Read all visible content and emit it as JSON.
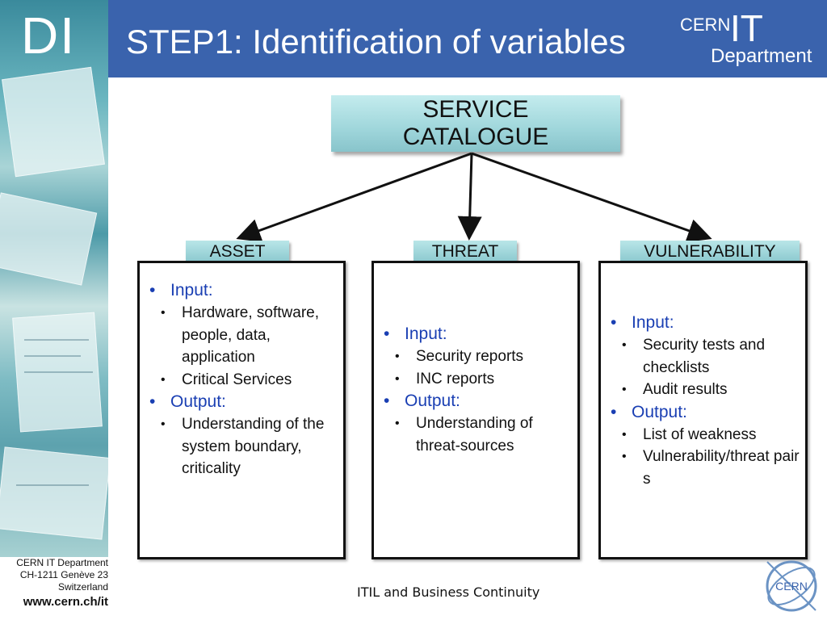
{
  "logo_di": "DI",
  "title": "STEP1: Identification of variables",
  "cern_logo": {
    "cern": "CERN",
    "it": "IT",
    "department": "Department"
  },
  "top_box": {
    "line1": "SERVICE",
    "line2": "CATALOGUE"
  },
  "categories": {
    "asset": {
      "label": "ASSET",
      "input_label": "Input:",
      "inputs": [
        "Hardware, software, people, data, application",
        "Critical Services"
      ],
      "output_label": "Output:",
      "outputs": [
        "Understanding of the system boundary, criticality"
      ]
    },
    "threat": {
      "label": "THREAT",
      "input_label": "Input:",
      "inputs": [
        "Security reports",
        "INC reports"
      ],
      "output_label": "Output:",
      "outputs": [
        "Understanding of threat-sources"
      ]
    },
    "vulnerability": {
      "label": "VULNERABILITY",
      "input_label": "Input:",
      "inputs": [
        "Security tests and checklists",
        "Audit results"
      ],
      "output_label": "Output:",
      "outputs": [
        "List of weakness",
        "Vulnerability/threat pairs"
      ]
    }
  },
  "footer": {
    "addr1": "CERN IT Department",
    "addr2": "CH-1211 Genève 23",
    "addr3": "Switzerland",
    "url": "www.cern.ch/it",
    "center": "ITIL and Business Continuity",
    "emblem": "CERN"
  },
  "colors": {
    "header": "#3a63ad",
    "bullet_blue": "#1a3fb3",
    "label_teal": "#a9dbdf"
  }
}
